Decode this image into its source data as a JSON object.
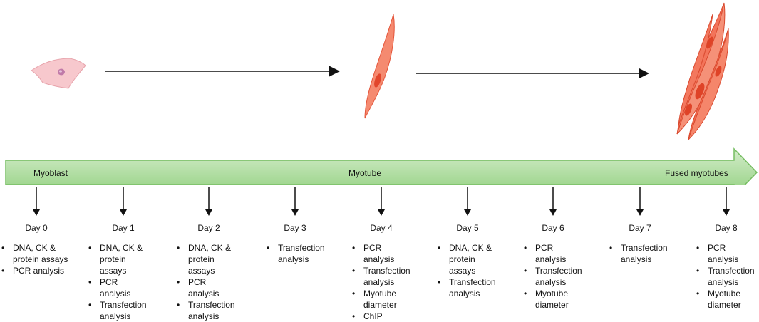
{
  "colors": {
    "band_fill_top": "#cfe9c4",
    "band_fill_bottom": "#8fcf7d",
    "band_stroke": "#6fb85a",
    "cell_pink": "#f6c6cc",
    "myotube_orange": "#f26d4f",
    "arrow": "#111111"
  },
  "stages": {
    "myoblast": "Myoblast",
    "myotube": "Myotube",
    "fused": "Fused myotubes"
  },
  "days": [
    {
      "label": "Day 0",
      "items": [
        "DNA, CK &",
        "protein assays",
        "PCR analysis"
      ]
    },
    {
      "label": "Day 1",
      "items": [
        "DNA, CK &",
        "protein assays",
        "PCR analysis",
        "Transfection",
        "analysis"
      ]
    },
    {
      "label": "Day 2",
      "items": [
        "DNA, CK &",
        "protein",
        "assays",
        "PCR analysis",
        "Transfection",
        "analysis"
      ]
    },
    {
      "label": "Day 3",
      "items": [
        "Transfection",
        "analysis"
      ]
    },
    {
      "label": "Day 4",
      "items": [
        "PCR analysis",
        "Transfection",
        "analysis",
        "Myotube",
        "diameter",
        "ChIP"
      ]
    },
    {
      "label": "Day 5",
      "items": [
        "DNA, CK &",
        "protein",
        "assays",
        "Transfection",
        "analysis"
      ]
    },
    {
      "label": "Day 6",
      "items": [
        "PCR analysis",
        "Transfection",
        "analysis",
        "Myotube",
        "diameter"
      ]
    },
    {
      "label": "Day 7",
      "items": [
        "Transfection",
        "analysis"
      ]
    },
    {
      "label": "Day 8",
      "items": [
        "PCR analysis",
        "Transfection",
        "analysis",
        "Myotube",
        "diameter"
      ]
    }
  ],
  "bullet_groups": [
    [
      [
        0,
        1
      ],
      [
        2
      ]
    ],
    [
      [
        0,
        1
      ],
      [
        2
      ],
      [
        3,
        4
      ]
    ],
    [
      [
        0,
        1,
        2
      ],
      [
        3
      ],
      [
        4,
        5
      ]
    ],
    [
      [
        0,
        1
      ]
    ],
    [
      [
        0
      ],
      [
        1,
        2
      ],
      [
        3,
        4
      ],
      [
        5
      ]
    ],
    [
      [
        0,
        1,
        2
      ],
      [
        3,
        4
      ]
    ],
    [
      [
        0
      ],
      [
        1,
        2
      ],
      [
        3,
        4
      ]
    ],
    [
      [
        0,
        1
      ]
    ],
    [
      [
        0
      ],
      [
        1,
        2
      ],
      [
        3,
        4
      ]
    ]
  ]
}
